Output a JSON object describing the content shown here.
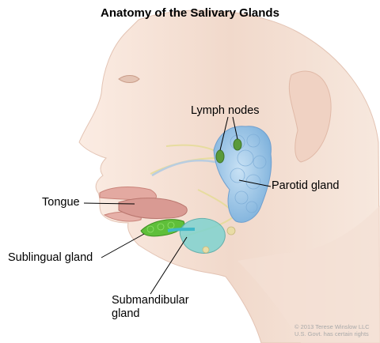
{
  "title": "Anatomy of the Salivary Glands",
  "labels": {
    "lymph_nodes": "Lymph nodes",
    "parotid_gland": "Parotid gland",
    "tongue": "Tongue",
    "sublingual_gland": "Sublingual gland",
    "submandibular_gland_line1": "Submandibular",
    "submandibular_gland_line2": "gland"
  },
  "credit": {
    "line1": "© 2013 Terese Winslow LLC",
    "line2": "U.S. Govt. has certain rights"
  },
  "colors": {
    "skin": "#f1d9cb",
    "parotid": "#9cc7e8",
    "sublingual": "#5fbf3a",
    "submandibular": "#7fd3d0",
    "lymph_node": "#5a9a3a",
    "tongue": "#d99a93",
    "nerve": "#e6dc9a"
  }
}
